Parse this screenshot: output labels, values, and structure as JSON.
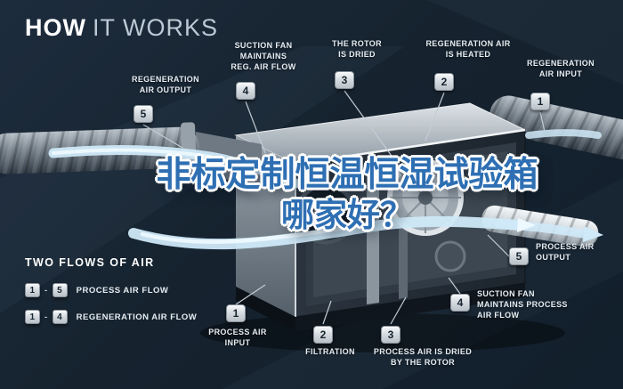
{
  "title": {
    "strong": "HOW",
    "light": "IT WORKS"
  },
  "overlay": {
    "line1": "非标定制恒温恒湿试验箱",
    "line2": "哪家好？"
  },
  "callouts": {
    "reg_air_output": {
      "num": "5",
      "label": "REGENERATION\nAIR OUTPUT"
    },
    "suction_fan_reg": {
      "num": "4",
      "label": "SUCTION FAN\nMAINTAINS\nREG. AIR FLOW"
    },
    "rotor_is_dried": {
      "num": "3",
      "label": "THE ROTOR\nIS DRIED"
    },
    "reg_air_heated": {
      "num": "2",
      "label": "REGENERATION AIR\nIS HEATED"
    },
    "reg_air_input": {
      "num": "1",
      "label": "REGENERATION\nAIR INPUT"
    },
    "process_air_output": {
      "num": "5",
      "label": "PROCESS AIR\nOUTPUT"
    },
    "suction_fan_process": {
      "num": "4",
      "label": "SUCTION FAN\nMAINTAINS PROCESS\nAIR FLOW"
    },
    "process_air_dried": {
      "num": "3",
      "label": "PROCESS AIR IS DRIED\nBY THE ROTOR"
    },
    "filtration": {
      "num": "2",
      "label": "FILTRATION"
    },
    "process_air_input": {
      "num": "1",
      "label": "PROCESS AIR\nINPUT"
    }
  },
  "legend": {
    "heading": "TWO FLOWS OF AIR",
    "items": [
      {
        "from": "1",
        "dash": "-",
        "to": "5",
        "label": "PROCESS AIR FLOW"
      },
      {
        "from": "1",
        "dash": "-",
        "to": "4",
        "label": "REGENERATION AIR FLOW"
      }
    ]
  },
  "colors": {
    "background": "#152230",
    "label_text": "#e6edf3",
    "badge_face": "#dfe4e9",
    "overlay_blue": "#2e6fb3",
    "air_flow": "#cfe9f8"
  }
}
